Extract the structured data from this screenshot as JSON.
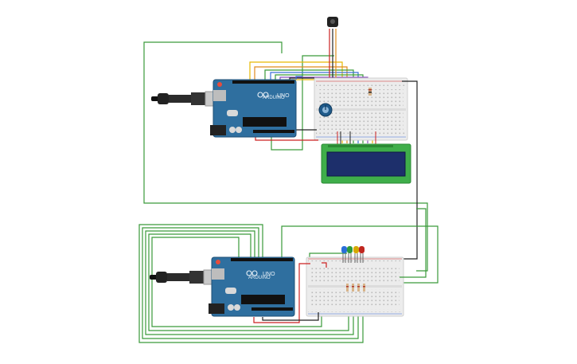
{
  "boards": [
    {
      "id": "top",
      "brand": "ARDUINO",
      "model": "UNO"
    },
    {
      "id": "bottom",
      "brand": "ARDUINO",
      "model": "UNO"
    }
  ],
  "components": {
    "lcd": "16x2 LCD",
    "ir_receiver": "IR receiver",
    "potentiometer": "potentiometer",
    "leds": [
      "blue",
      "green",
      "yellow",
      "red"
    ]
  },
  "colors": {
    "board": "#2f6f9f",
    "wire_green": "#3a9a3a",
    "wire_yellow": "#e6b800",
    "wire_orange": "#e08a1e",
    "wire_red": "#cc2222",
    "wire_black": "#222222",
    "wire_blue": "#3a6fd8",
    "wire_purple": "#8a4fbf",
    "breadboard": "#ececec",
    "lcd_frame": "#3fae4a",
    "lcd_screen": "#1d2f6b"
  }
}
